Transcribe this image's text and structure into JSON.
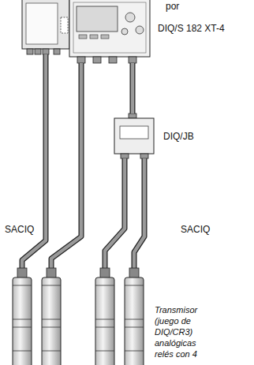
{
  "diagram": {
    "nodes": [
      {
        "text": [
          "DIQ/S 182 XT-4"
        ]
      },
      {
        "text": [
          "DIQ/JB"
        ]
      }
    ],
    "edges": [
      {
        "from": 0,
        "to": 1,
        "arrow": "none"
      }
    ],
    "labels": [
      "por",
      "SACIQ",
      "SACIQ",
      "Transmisor (juego de DIQ/CR3) analógicas relés con 4"
    ]
  }
}
